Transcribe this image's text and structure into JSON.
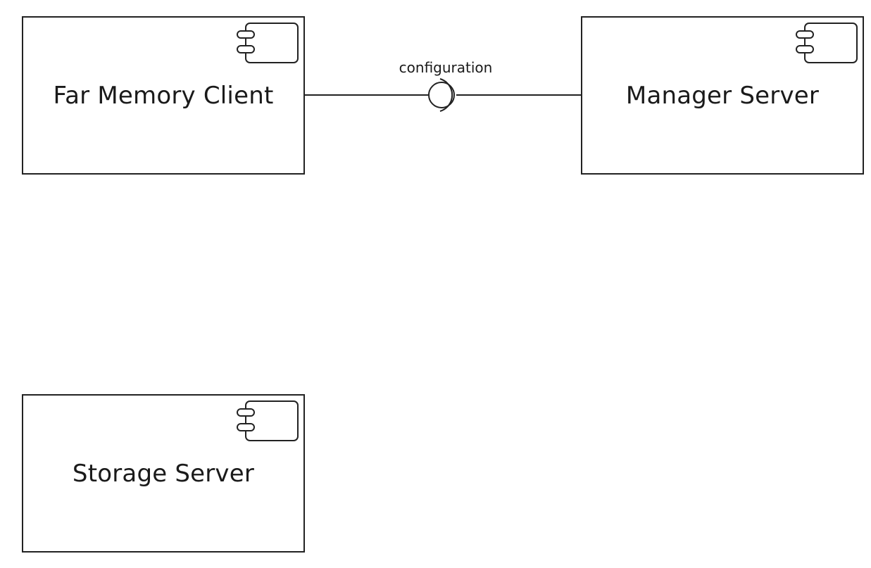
{
  "components": {
    "client": {
      "label": "Far Memory Client",
      "icon": "uml-component-icon"
    },
    "manager": {
      "label": "Manager Server",
      "icon": "uml-component-icon"
    },
    "storage": {
      "label": "Storage Server",
      "icon": "uml-component-icon"
    }
  },
  "interface": {
    "label": "configuration",
    "icon": "lollipop-socket-icon"
  }
}
